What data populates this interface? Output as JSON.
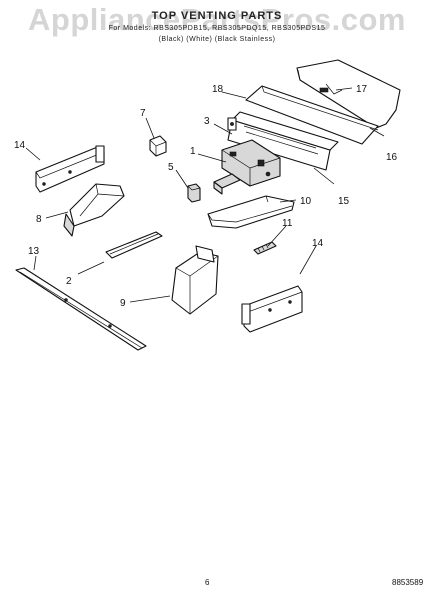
{
  "watermark": "AppliancePartsPros.com",
  "header": {
    "title": "TOP VENTING PARTS",
    "models": "For Models: RBS305PDB15, RBS305PDQ15, RBS305PDS15",
    "colors": "(Black)           (White)    (Black Stainless)"
  },
  "callouts": {
    "c1": "1",
    "c2": "2",
    "c3": "3",
    "c5": "5",
    "c7": "7",
    "c8": "8",
    "c9": "9",
    "c10": "10",
    "c11": "11",
    "c13": "13",
    "c14a": "14",
    "c14b": "14",
    "c15": "15",
    "c16": "16",
    "c17": "17",
    "c18": "18"
  },
  "footer": {
    "page_number": "6",
    "diagram_code": "8853589"
  }
}
